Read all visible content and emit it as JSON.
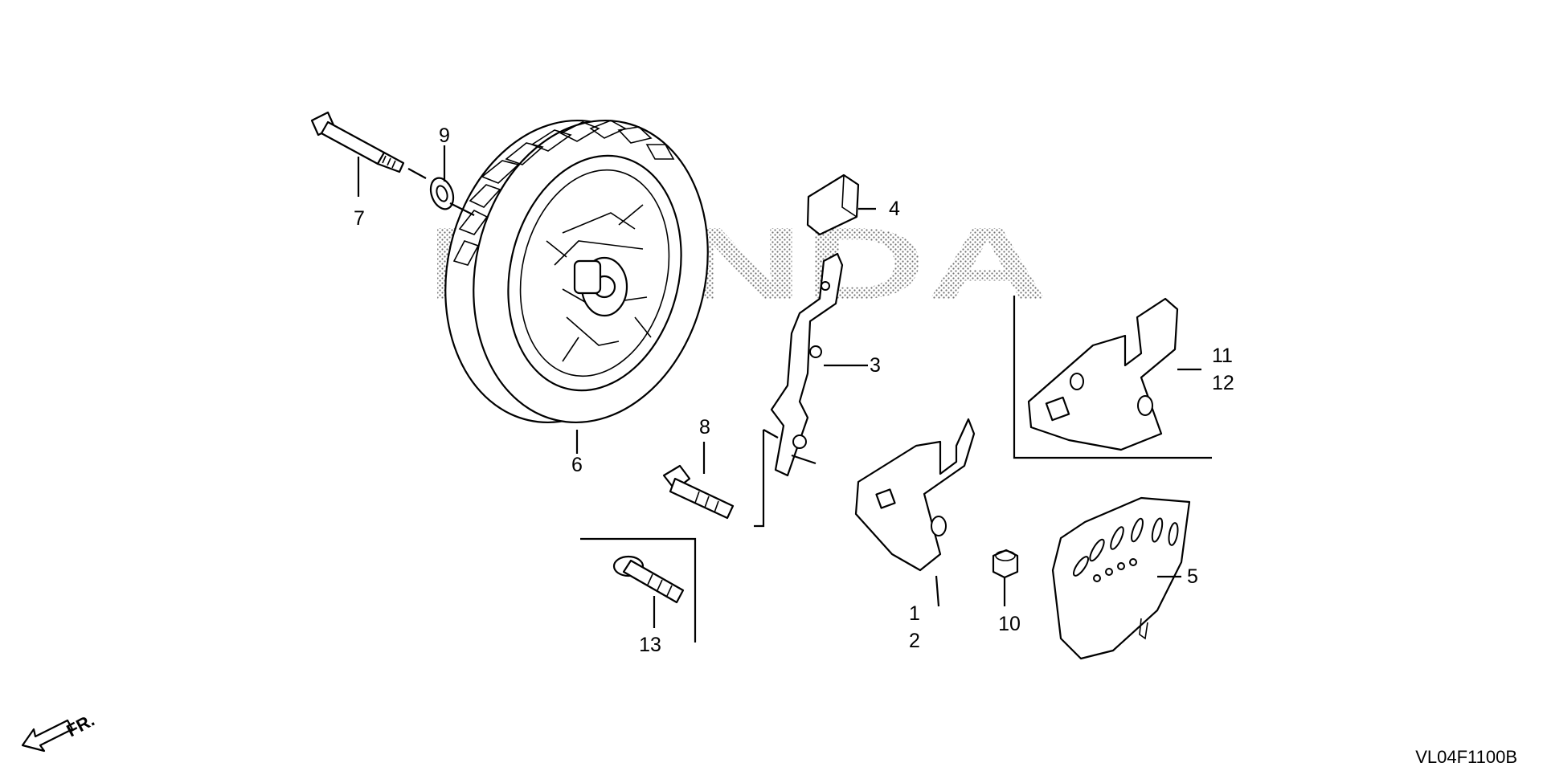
{
  "watermark": "HONDA",
  "direction_label": "FR.",
  "diagram_code": "VL04F1100B",
  "callouts": {
    "c1": "1",
    "c2": "2",
    "c3": "3",
    "c4": "4",
    "c5": "5",
    "c6": "6",
    "c7": "7",
    "c8": "8",
    "c9": "9",
    "c10": "10",
    "c11": "11",
    "c12": "12",
    "c13": "13"
  }
}
